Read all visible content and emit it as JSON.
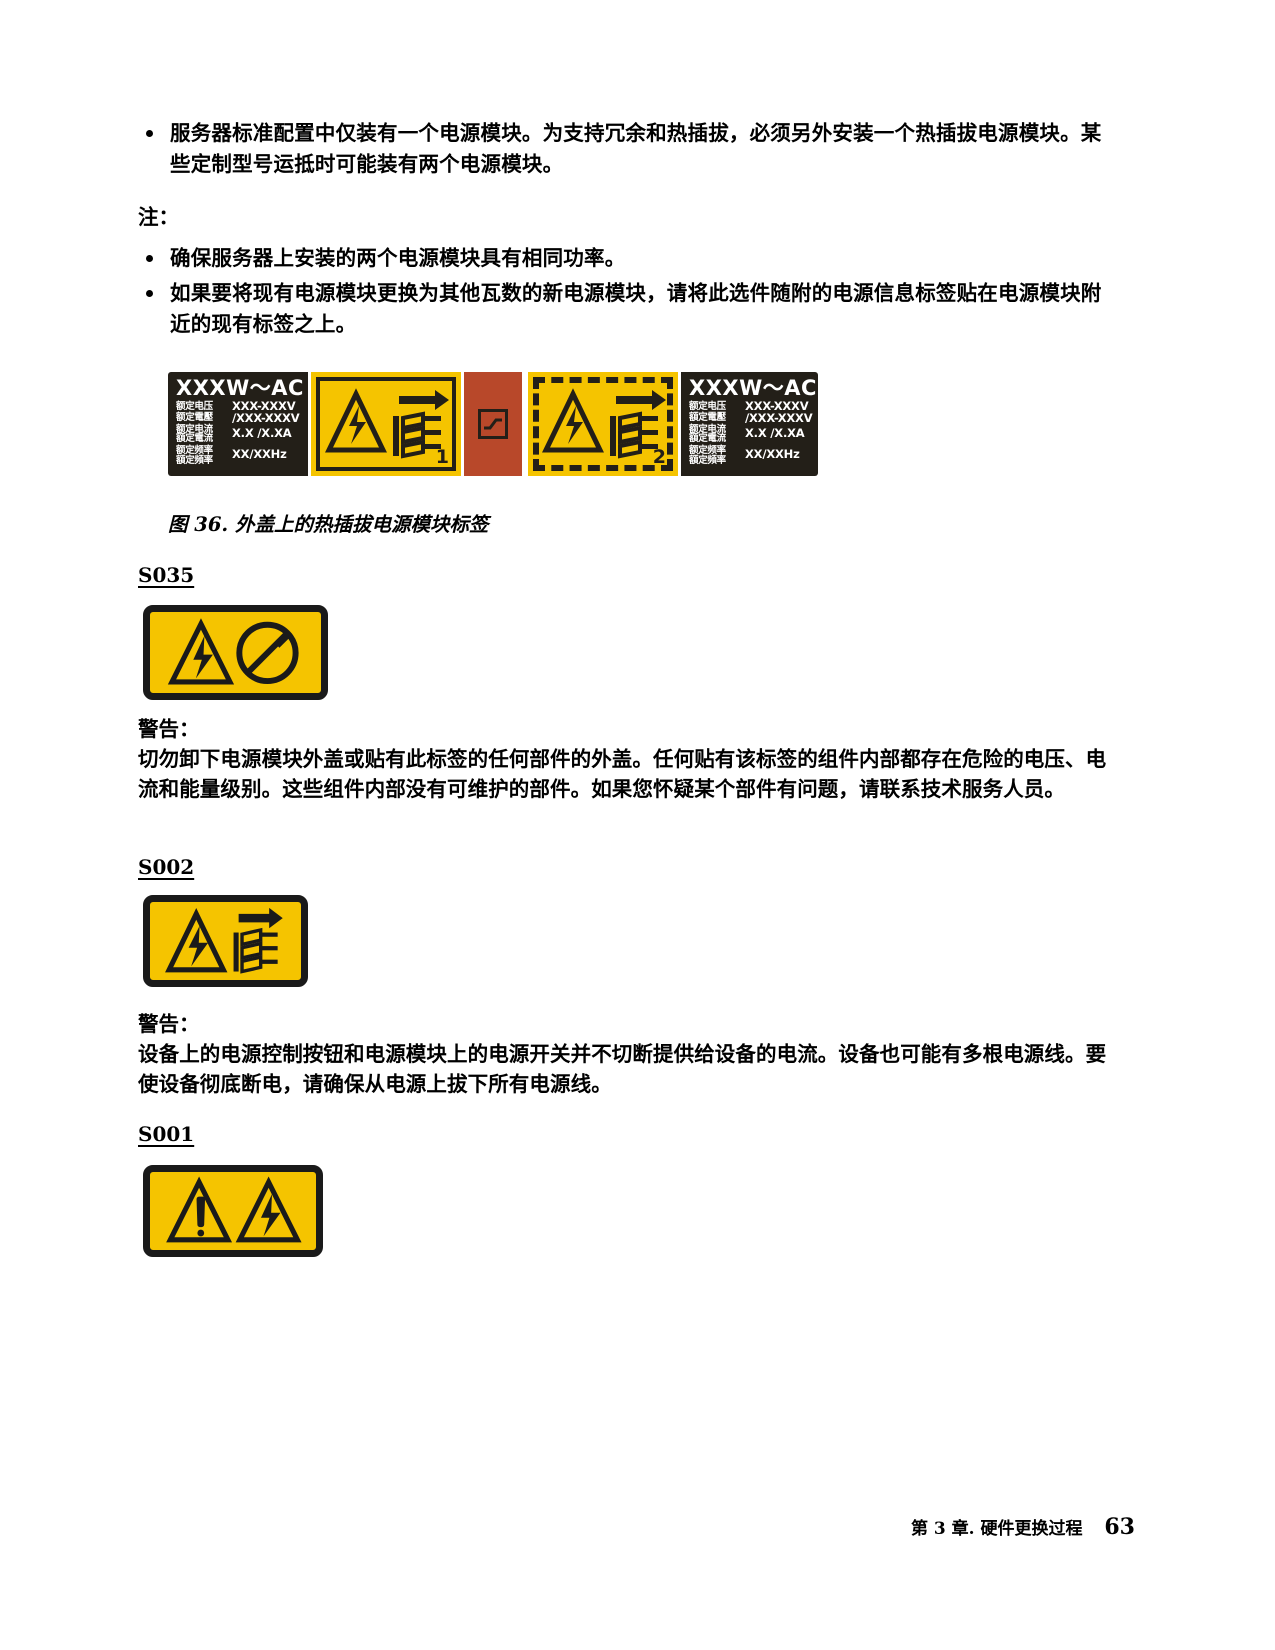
{
  "intro": {
    "bullets": [
      "服务器标准配置中仅装有一个电源模块。为支持冗余和热插拔，必须另外安装一个热插拔电源模块。某些定制型号运抵时可能装有两个电源模块。"
    ],
    "note_label": "注：",
    "note_bullets": [
      "确保服务器上安装的两个电源模块具有相同功率。",
      "如果要将现有电源模块更换为其他瓦数的新电源模块，请将此选件随附的电源信息标签贴在电源模块附近的现有标签之上。"
    ]
  },
  "figure": {
    "caption": "图 36. 外盖上的热插拔电源模块标签",
    "label_left": {
      "watt": "XXXW～AC",
      "rows": [
        {
          "zh": "额定电压",
          "value": "XXX-XXXV"
        },
        {
          "zh": "额定電壓",
          "value": "/XXX-XXXV"
        },
        {
          "zh": "额定电流",
          "value": "X.X /X.XA"
        },
        {
          "zh": "額定電流",
          "value": ""
        },
        {
          "zh": "额定频率",
          "value": "XX/XXHz"
        },
        {
          "zh": "額定頻率",
          "value": ""
        }
      ]
    },
    "label_right": {
      "watt": "XXXW～AC",
      "rows": [
        {
          "zh": "额定电压",
          "value": "XXX-XXXV"
        },
        {
          "zh": "額定電壓",
          "value": "/XXX-XXXV"
        },
        {
          "zh": "额定电流",
          "value": "X.X /X.XA"
        },
        {
          "zh": "額定電流",
          "value": ""
        },
        {
          "zh": "额定频率",
          "value": "XX/XXHz"
        },
        {
          "zh": "額定頻率",
          "value": ""
        }
      ]
    },
    "connector_numbers": {
      "first": "1",
      "second": "2"
    }
  },
  "sections": [
    {
      "id": "S035",
      "warn_label": "警告：",
      "warn_body": "切勿卸下电源模块外盖或贴有此标签的任何部件的外盖。任何贴有该标签的组件内部都存在危险的电压、电流和能量级别。这些组件内部没有可维护的部件。如果您怀疑某个部件有问题，请联系技术服务人员。"
    },
    {
      "id": "S002",
      "warn_label": "警告：",
      "warn_body": "设备上的电源控制按钮和电源模块上的电源开关并不切断提供给设备的电流。设备也可能有多根电源线。要使设备彻底断电，请确保从电源上拔下所有电源线。"
    },
    {
      "id": "S001",
      "warn_label": "",
      "warn_body": ""
    }
  ],
  "footer": {
    "chapter": "第 3 章. 硬件更换过程",
    "page": "63"
  },
  "colors": {
    "warning_yellow": "#f5c400",
    "label_dark": "#231f18",
    "connector_orange": "#b8482a",
    "icon_black": "#1a1a1a"
  }
}
